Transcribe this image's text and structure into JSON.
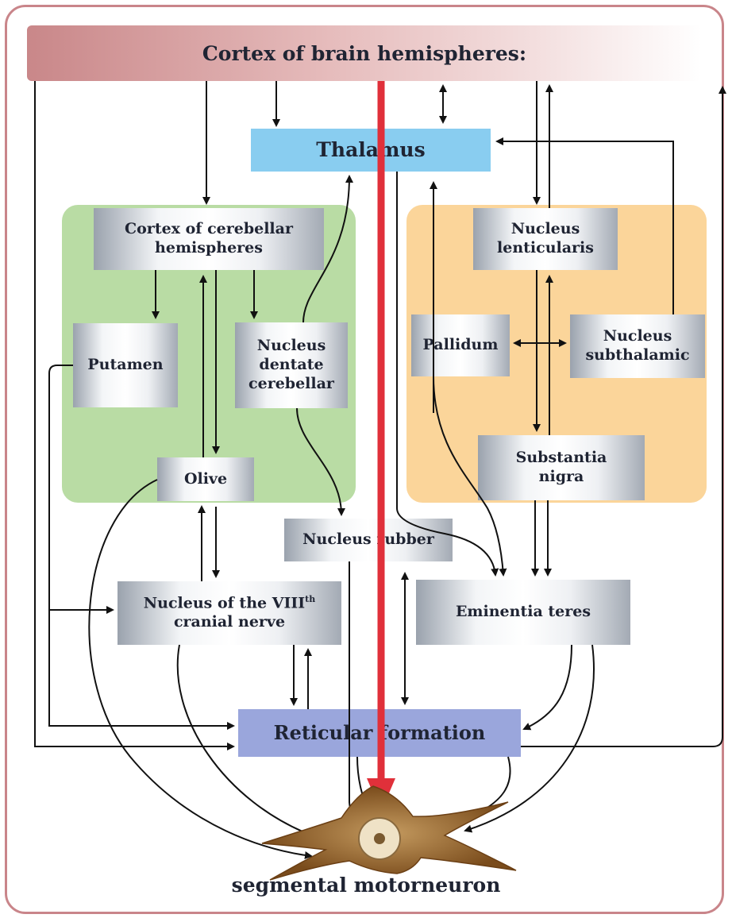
{
  "diagram": {
    "header": "Cortex of brain hemispheres:",
    "nodes": {
      "thalamus": "Thalamus",
      "cerebellar_cortex": "Cortex of cerebellar\nhemispheres",
      "putamen": "Putamen",
      "dentate": "Nucleus\ndentate\ncerebellar",
      "olive": "Olive",
      "lenticularis": "Nucleus\nlenticularis",
      "pallidum": "Pallidum",
      "subthalamic": "Nucleus\nsubthalamic",
      "substantia_nigra": "Substantia\nnigra",
      "rubber": "Nucleus rubber",
      "viii_line1": "Nucleus of the VIII",
      "viii_sup": "th",
      "viii_line2": "cranial nerve",
      "eminentia": "Eminentia teres",
      "reticular": "Reticular formation"
    },
    "caption": "segmental motorneuron"
  },
  "colors": {
    "cortex_bar": "#c98789",
    "thalamus": "#89cdf0",
    "reticular": "#9aa6dc",
    "cerebellum_region": "#b9dca4",
    "basal_region": "#fbd59a",
    "main_tract": "#e0303a",
    "neuron": "#8a5a24"
  }
}
